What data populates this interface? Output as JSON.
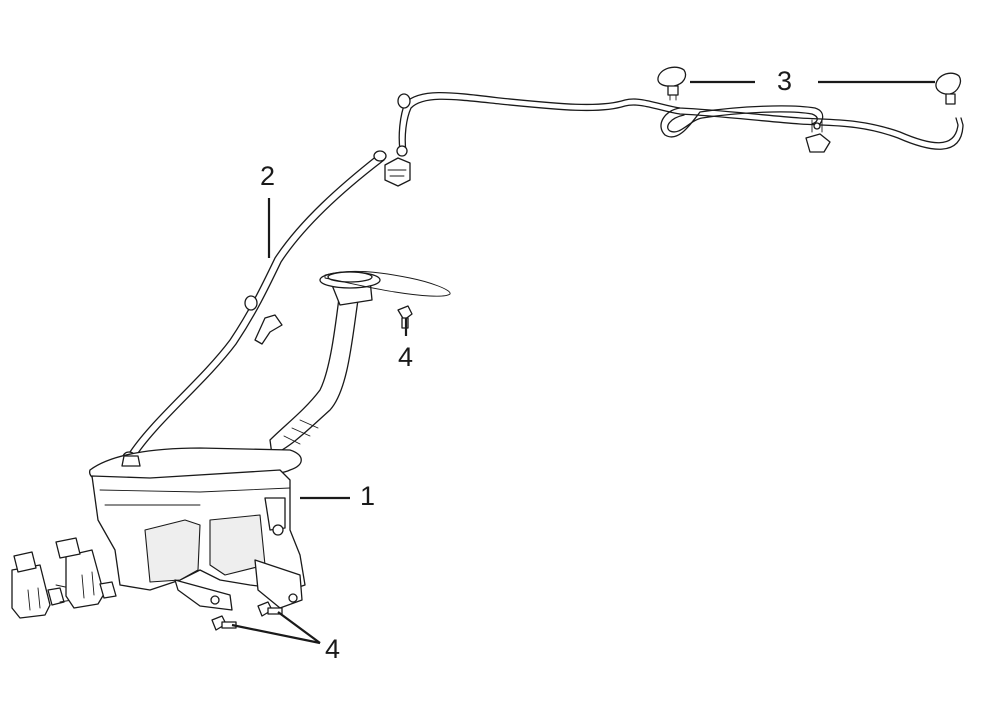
{
  "callouts": {
    "reservoir": "1",
    "hose_front": "2",
    "hose_nozzles": "3",
    "bolt_upper": "4",
    "bolts_lower": "4"
  }
}
